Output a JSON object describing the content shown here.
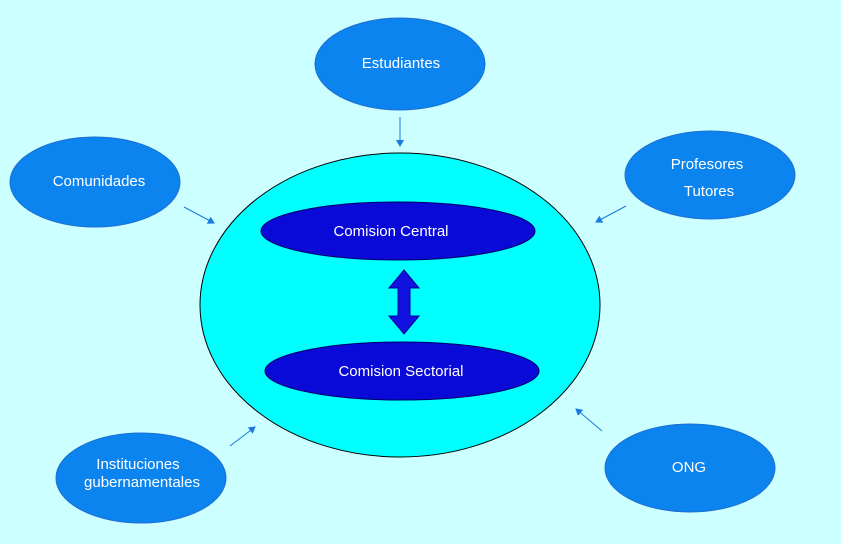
{
  "colors": {
    "background": "#ccffff",
    "outer_node": "#0b84f0",
    "outer_node_stroke": "#1c6fd0",
    "central_ellipse": "#00ffff",
    "commission": "#0a0ad8",
    "commission_stroke": "#000066",
    "double_arrow": "#1212e0",
    "connector": "#1a7ae0",
    "label": "#ffffff"
  },
  "nodes": {
    "estudiantes": {
      "label": "Estudiantes"
    },
    "comunidades": {
      "label": "Comunidades"
    },
    "profesores_tutores": {
      "line1": "Profesores",
      "line2": "Tutores"
    },
    "instituciones": {
      "line1": "Instituciones",
      "line2": "gubernamentales"
    },
    "ong": {
      "label": "ONG"
    }
  },
  "center": {
    "comision_central": {
      "label": "Comision Central"
    },
    "comision_sectorial": {
      "label": "Comision Sectorial"
    }
  }
}
